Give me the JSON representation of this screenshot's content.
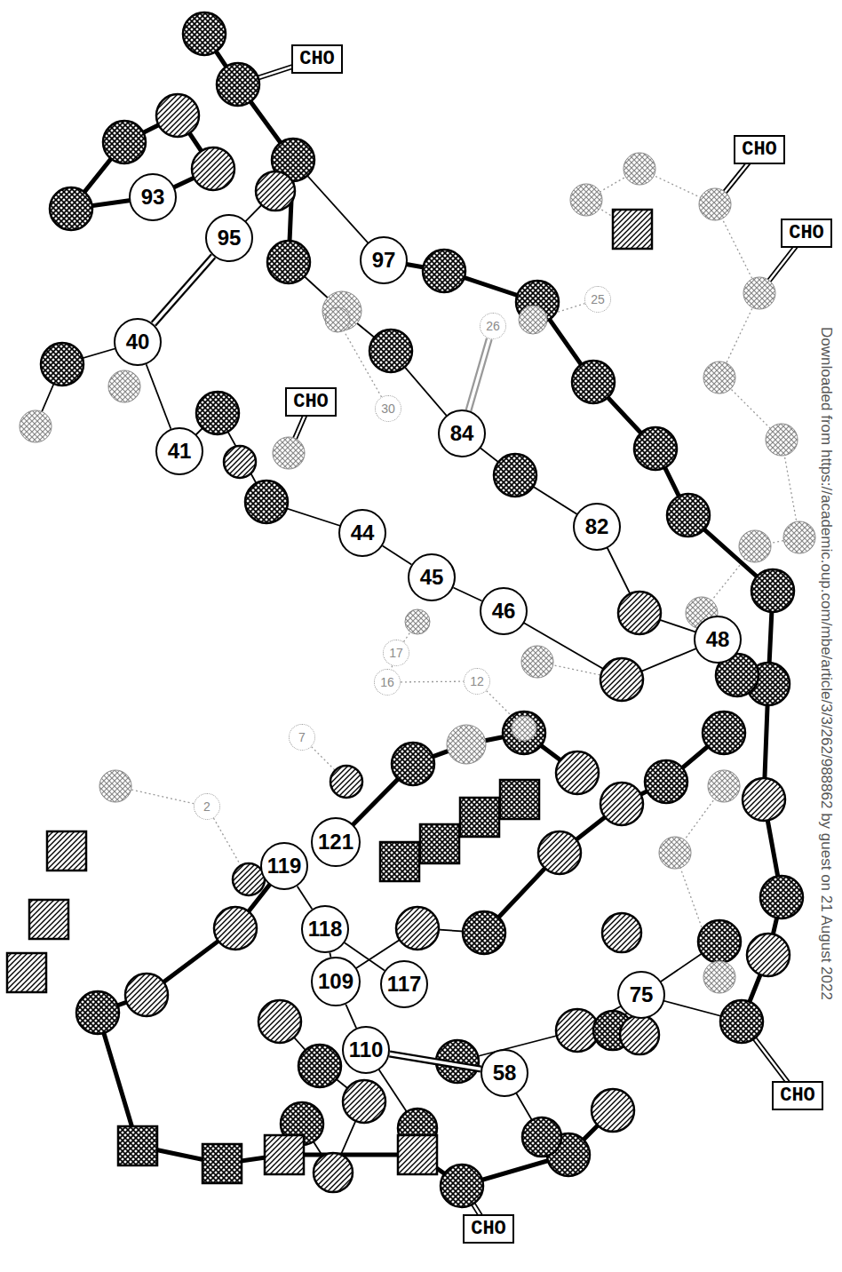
{
  "diagram": {
    "nodes": [
      {
        "text": [
          "CHO"
        ]
      },
      {
        "text": [
          "CHO"
        ]
      },
      {
        "text": [
          "93"
        ]
      },
      {
        "text": [
          "CHO"
        ]
      },
      {
        "text": [
          "95"
        ]
      },
      {
        "text": [
          "97"
        ]
      },
      {
        "text": [
          "25"
        ]
      },
      {
        "text": [
          "26"
        ]
      },
      {
        "text": [
          "40"
        ]
      },
      {
        "text": [
          "CHO"
        ]
      },
      {
        "text": [
          "30"
        ]
      },
      {
        "text": [
          "84"
        ]
      },
      {
        "text": [
          "41"
        ]
      },
      {
        "text": [
          "82"
        ]
      },
      {
        "text": [
          "44"
        ]
      },
      {
        "text": [
          "45"
        ]
      },
      {
        "text": [
          "46"
        ]
      },
      {
        "text": [
          "48"
        ]
      },
      {
        "text": [
          "17"
        ]
      },
      {
        "text": [
          "16"
        ]
      },
      {
        "text": [
          "12"
        ]
      },
      {
        "text": [
          "7"
        ]
      },
      {
        "text": [
          "2"
        ]
      },
      {
        "text": [
          "121"
        ]
      },
      {
        "text": [
          "119"
        ]
      },
      {
        "text": [
          "118"
        ]
      },
      {
        "text": [
          "109"
        ]
      },
      {
        "text": [
          "117"
        ]
      },
      {
        "text": [
          "110"
        ]
      },
      {
        "text": [
          "75"
        ]
      },
      {
        "text": [
          "58"
        ]
      },
      {
        "text": [
          "CHO"
        ]
      },
      {
        "text": [
          "CHO"
        ]
      }
    ],
    "edges": [
      {
        "from": 4,
        "to": 8,
        "arrow": "none"
      },
      {
        "from": 8,
        "to": 12,
        "arrow": "none"
      },
      {
        "from": 7,
        "to": 11,
        "arrow": "none"
      },
      {
        "from": 14,
        "to": 15,
        "arrow": "none"
      },
      {
        "from": 15,
        "to": 16,
        "arrow": "none"
      },
      {
        "from": 18,
        "to": 19,
        "arrow": "none"
      },
      {
        "from": 19,
        "to": 20,
        "arrow": "none"
      },
      {
        "from": 24,
        "to": 25,
        "arrow": "none"
      },
      {
        "from": 25,
        "to": 27,
        "arrow": "none"
      },
      {
        "from": 25,
        "to": 26,
        "arrow": "none"
      },
      {
        "from": 26,
        "to": 28,
        "arrow": "none"
      },
      {
        "from": 28,
        "to": 30,
        "arrow": "none"
      }
    ],
    "labels": [
      "Downloaded from https://academic.oup.com/mbe/article/3/3/262/988862 by guest on 21 August 2022"
    ]
  }
}
